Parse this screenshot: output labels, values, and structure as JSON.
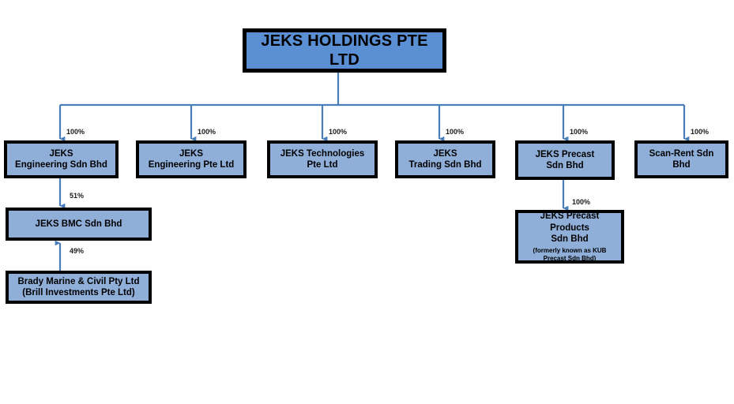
{
  "diagram": {
    "title": "JEKS Holdings Pte Ltd Group Structure",
    "accent_box_fill": "#8FAFD9",
    "root_box_fill": "#5B8FD4",
    "connector_color": "#4A7EBB",
    "border_color": "#000000",
    "background": "#FFFFFF"
  },
  "root": {
    "name": "root-node",
    "label": "JEKS HOLDINGS PTE LTD"
  },
  "level2": [
    {
      "id": "jeks-engineering-sdn-bhd",
      "line1": "JEKS",
      "line2": "Engineering Sdn Bhd",
      "ownership": "100%"
    },
    {
      "id": "jeks-engineering-pte-ltd",
      "line1": "JEKS",
      "line2": "Engineering Pte Ltd",
      "ownership": "100%"
    },
    {
      "id": "jeks-technologies-pte-ltd",
      "line1": "JEKS Technologies",
      "line2": "Pte Ltd",
      "ownership": "100%"
    },
    {
      "id": "jeks-trading-sdn-bhd",
      "line1": "JEKS",
      "line2": "Trading Sdn Bhd",
      "ownership": "100%"
    },
    {
      "id": "jeks-precast-sdn-bhd",
      "line1": "JEKS Precast",
      "line2": "Sdn Bhd",
      "ownership": "100%"
    },
    {
      "id": "scan-rent-sdn-bhd",
      "line1": "Scan-Rent Sdn",
      "line2": "Bhd",
      "ownership": "100%"
    }
  ],
  "level3": {
    "jeks_bmc": {
      "id": "jeks-bmc-sdn-bhd",
      "label": "JEKS BMC Sdn Bhd",
      "ownership_from_parent": "51%"
    },
    "jeks_precast_products": {
      "id": "jeks-precast-products-sdn-bhd",
      "line1": "JEKS Precast Products",
      "line2": "Sdn Bhd",
      "fineprint_line1": "(formerly known as KUB",
      "fineprint_line2": "Precast Sdn Bhd)",
      "ownership_from_parent": "100%"
    }
  },
  "level4": {
    "brady_marine": {
      "id": "brady-marine-civil-pty-ltd",
      "line1": "Brady Marine & Civil Pty Ltd",
      "line2": "(Brill Investments Pte Ltd)",
      "ownership_into_jeks_bmc": "49%"
    }
  }
}
